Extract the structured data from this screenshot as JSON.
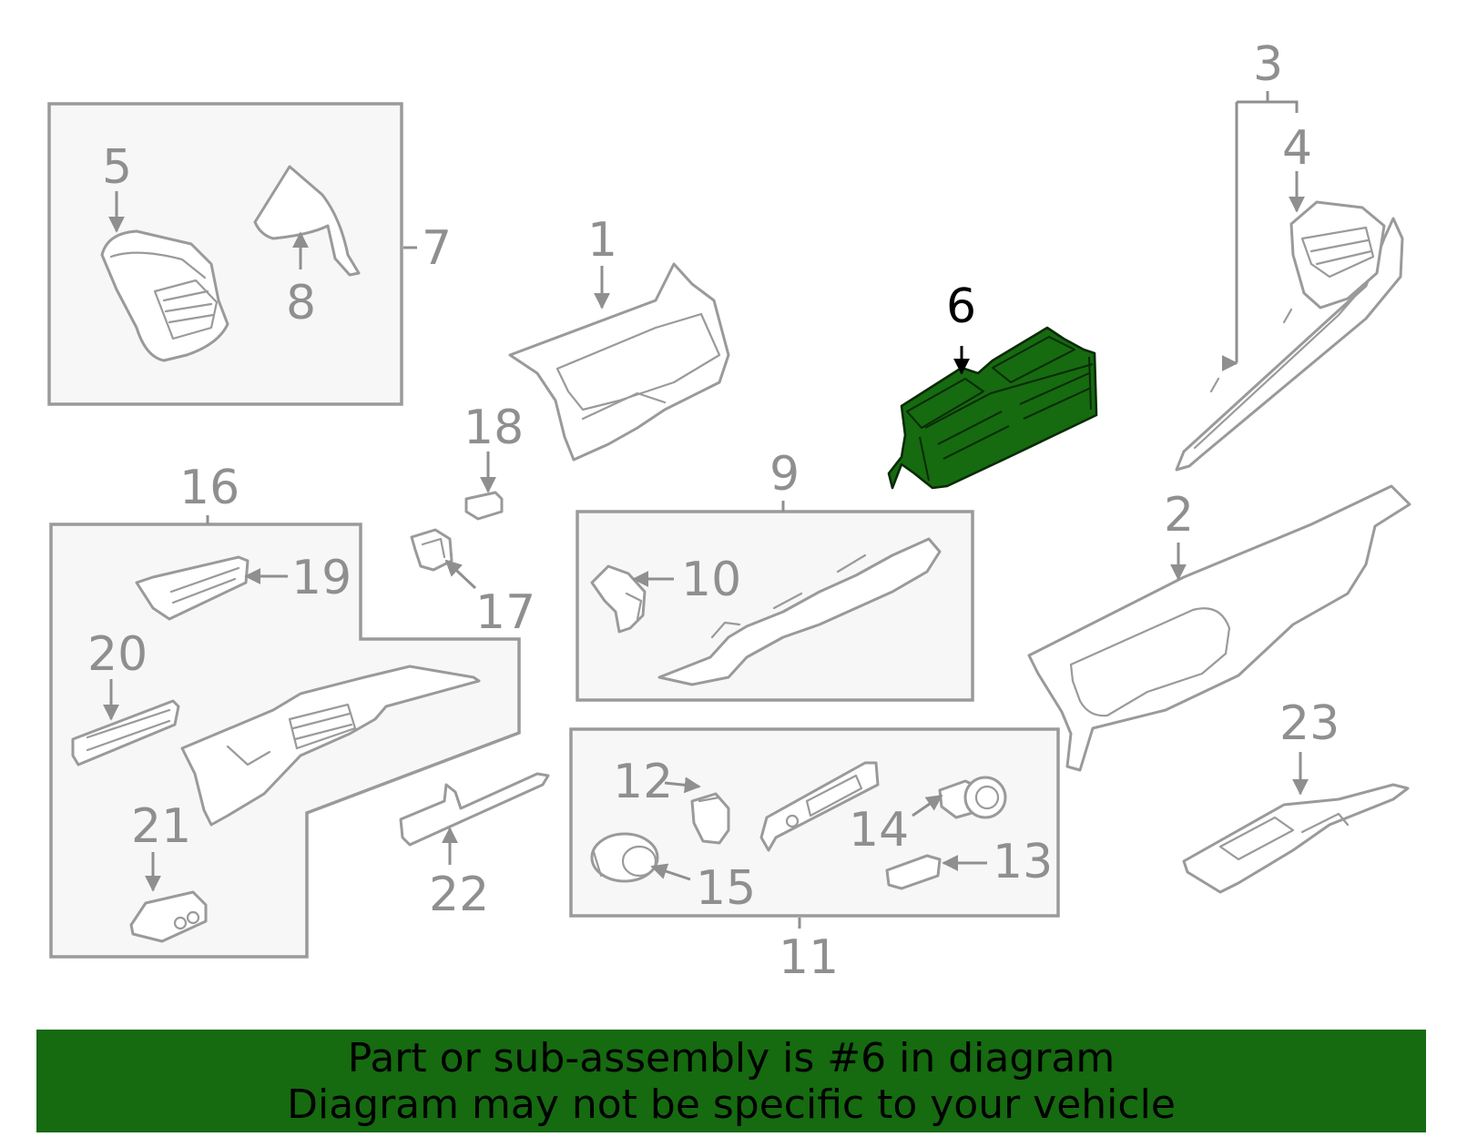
{
  "diagram": {
    "callouts": {
      "c1": "1",
      "c2": "2",
      "c3": "3",
      "c4": "4",
      "c5": "5",
      "c6": "6",
      "c7": "7",
      "c8": "8",
      "c9": "9",
      "c10": "10",
      "c11": "11",
      "c12": "12",
      "c13": "13",
      "c14": "14",
      "c15": "15",
      "c16": "16",
      "c17": "17",
      "c18": "18",
      "c19": "19",
      "c20": "20",
      "c21": "21",
      "c22": "22",
      "c23": "23"
    },
    "highlight_part": "6",
    "colors": {
      "highlight": "#166a10",
      "line": "#9a9a9a",
      "banner": "#166a10"
    }
  },
  "banner": {
    "line1": "Part or sub-assembly is #6 in diagram",
    "line2": "Diagram may not be specific to your vehicle"
  }
}
